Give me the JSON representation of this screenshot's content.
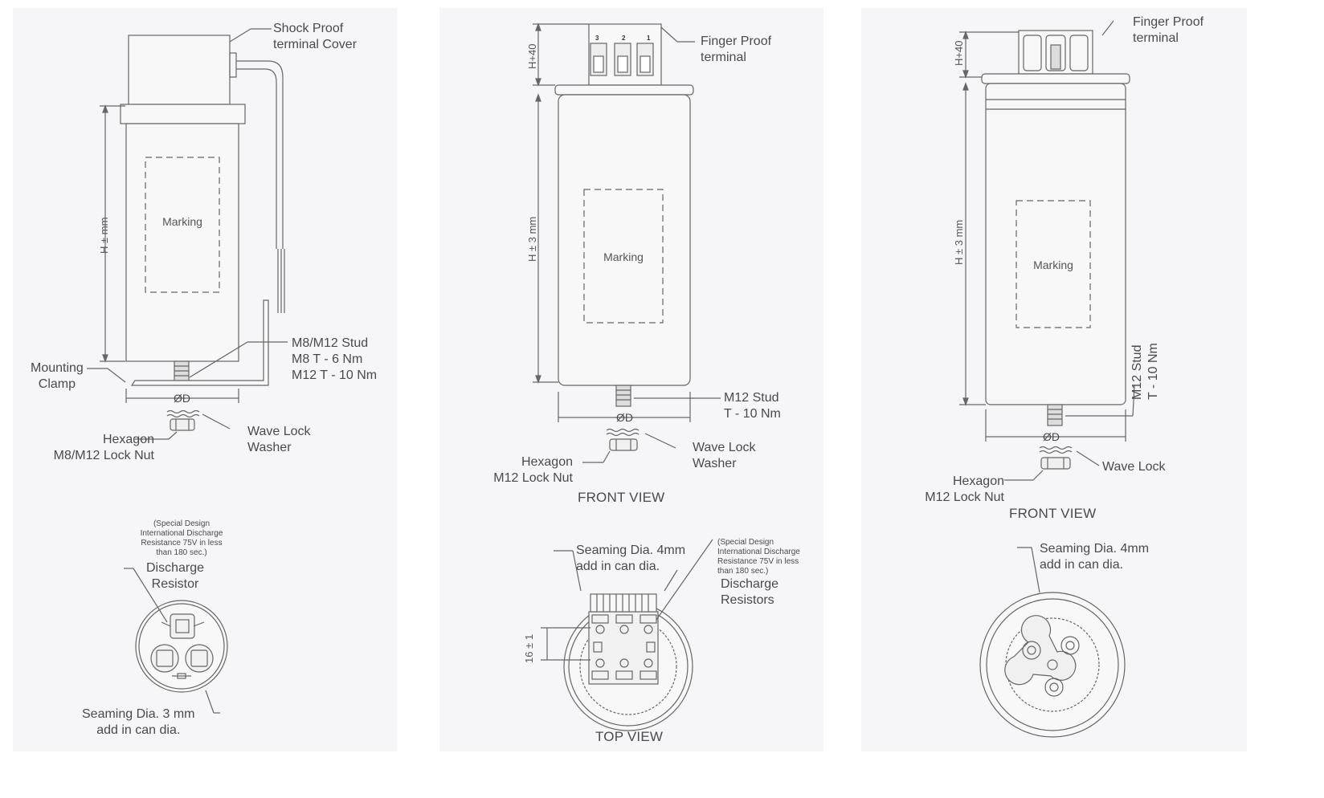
{
  "left": {
    "shock_proof": "Shock Proof\nterminal Cover",
    "height_dim": "H ± mm",
    "marking": "Marking",
    "stud": "M8/M12 Stud\nM8 T - 6 Nm\nM12 T - 10 Nm",
    "mounting_clamp": "Mounting\nClamp",
    "diameter": "ØD",
    "hexagon": "Hexagon\nM8/M12 Lock Nut",
    "wave_lock": "Wave Lock\nWasher",
    "special_design": "(Special Design\nInternational Discharge\nResistance 75V in less\nthan 180 sec.)",
    "discharge": "Discharge\nResistor",
    "seaming": "Seaming Dia. 3 mm\nadd in can dia."
  },
  "mid": {
    "terminal_numbers": [
      "3",
      "2",
      "1"
    ],
    "finger_proof": "Finger Proof\nterminal",
    "h40": "H+40",
    "height_dim": "H ± 3 mm",
    "marking": "Marking",
    "stud": "M12 Stud\nT - 10 Nm",
    "diameter": "ØD",
    "hexagon": "Hexagon\nM12 Lock Nut",
    "wave_lock": "Wave Lock\nWasher",
    "front_view": "FRONT VIEW",
    "seaming": "Seaming Dia. 4mm\nadd in can dia.",
    "special_design": "(Special Design\nInternational Discharge\nResistance 75V in less\nthan 180 sec.)",
    "discharge": "Discharge\nResistors",
    "dim_16": "16 ± 1",
    "top_view": "TOP VIEW"
  },
  "right": {
    "finger_proof": "Finger Proof\nterminal",
    "h40": "H+40",
    "height_dim": "H ± 3 mm",
    "marking": "Marking",
    "stud": "M12 Stud\nT - 10 Nm",
    "diameter": "ØD",
    "wave_lock": "Wave Lock",
    "hexagon": "Hexagon\nM12 Lock Nut",
    "front_view": "FRONT VIEW",
    "seaming": "Seaming Dia. 4mm\nadd in can dia."
  }
}
